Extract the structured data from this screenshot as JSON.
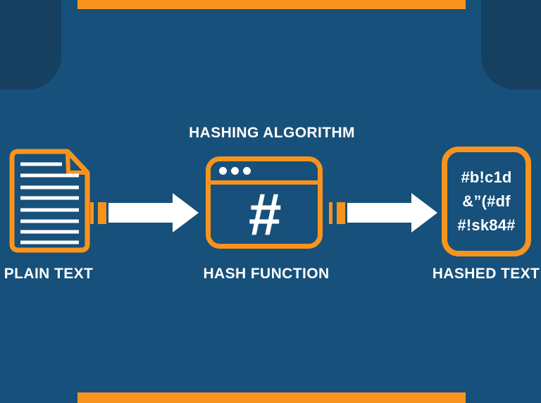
{
  "colors": {
    "background": "#17507A",
    "corner_shapes": "#164060",
    "accent_orange": "#F8941E",
    "text_white": "#FFFFFF"
  },
  "diagram": {
    "title": "HASHING ALGORITHM",
    "stages": [
      {
        "icon": "document-icon",
        "label": "PLAIN TEXT"
      },
      {
        "icon": "browser-window-icon",
        "symbol": "#",
        "label": "HASH FUNCTION"
      },
      {
        "icon": "rounded-box-icon",
        "label": "HASHED TEXT",
        "hash_lines": [
          "#b!c1d",
          "&”(#df",
          "#!sk84#"
        ]
      }
    ],
    "connectors": [
      "arrow-right-icon",
      "arrow-right-icon"
    ]
  }
}
